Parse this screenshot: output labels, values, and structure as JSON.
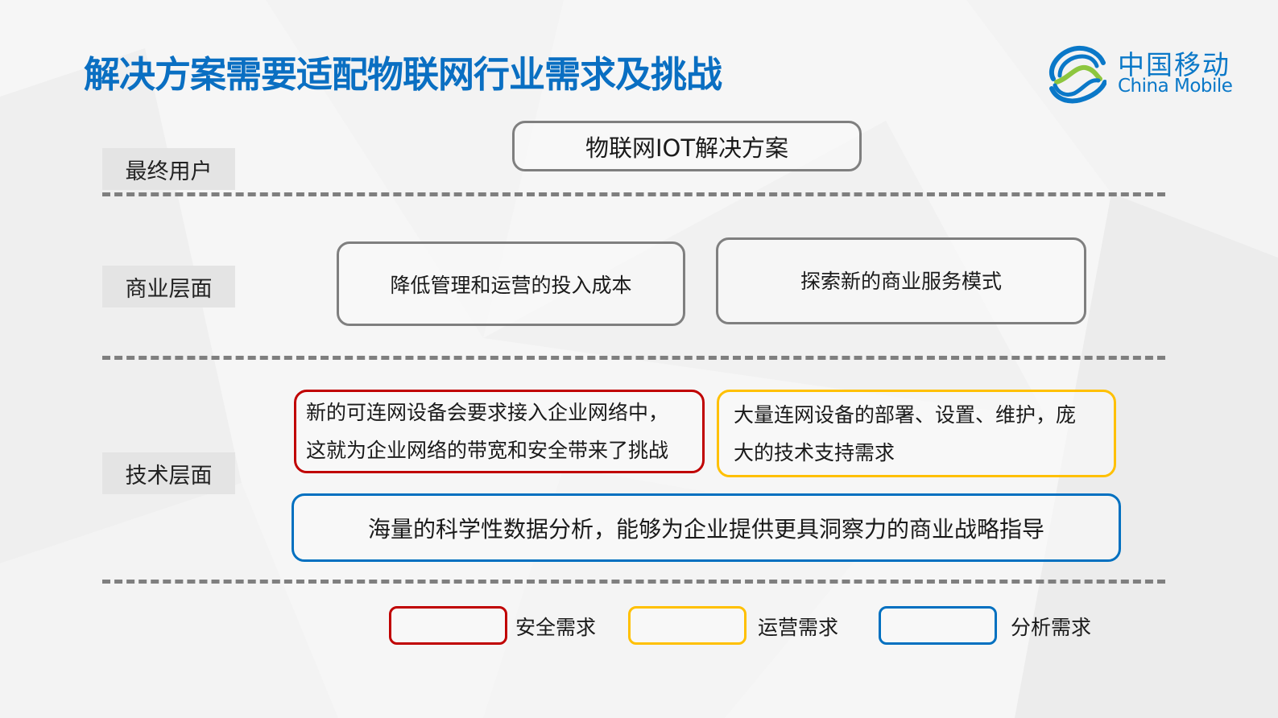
{
  "slide": {
    "title": "解决方案需要适配物联网行业需求及挑战",
    "brand_color": "#0a6fc2"
  },
  "logo": {
    "cn": "中国移动",
    "en": "China Mobile",
    "colors": {
      "blue": "#0a78c8",
      "green": "#8dc63f"
    }
  },
  "rows": [
    {
      "label": "最终用户"
    },
    {
      "label": "商业层面"
    },
    {
      "label": "技术层面"
    }
  ],
  "end_user": {
    "solution": "物联网IOT解决方案"
  },
  "business": {
    "items": [
      "降低管理和运营的投入成本",
      "探索新的商业服务模式"
    ]
  },
  "technical": {
    "security": {
      "line1": "新的可连网设备会要求接入企业网络中，",
      "line2": "这就为企业网络的带宽和安全带来了挑战",
      "color": "#c00000"
    },
    "operations": {
      "line1": "大量连网设备的部署、设置、维护，庞",
      "line2": "大的技术支持需求",
      "color": "#ffc000"
    },
    "analytics": {
      "text": "海量的科学性数据分析，能够为企业提供更具洞察力的商业战略指导",
      "color": "#0070c0"
    }
  },
  "legend": [
    {
      "label": "安全需求",
      "color": "#c00000"
    },
    {
      "label": "运营需求",
      "color": "#ffc000"
    },
    {
      "label": "分析需求",
      "color": "#0070c0"
    }
  ]
}
